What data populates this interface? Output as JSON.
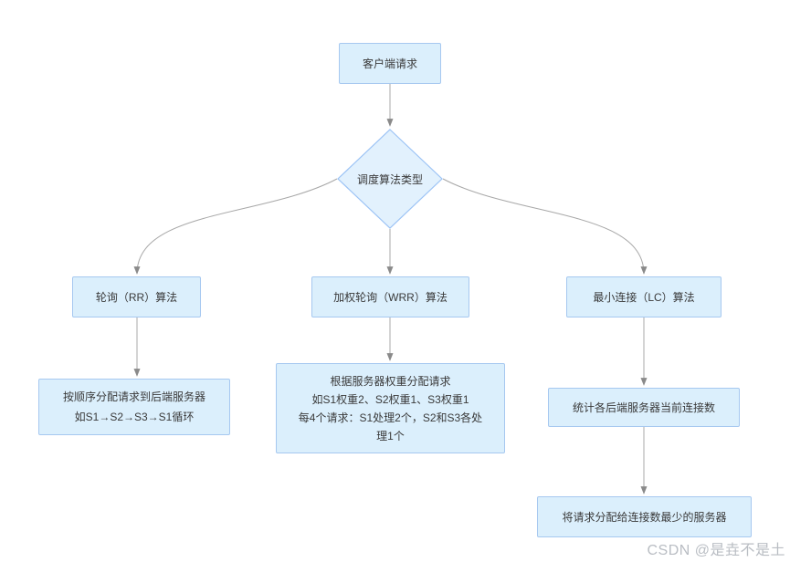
{
  "diagram": {
    "type": "flowchart",
    "nodes": {
      "client_request": {
        "label": "客户端请求"
      },
      "decision": {
        "label": "调度算法类型"
      },
      "rr": {
        "label": "轮询（RR）算法"
      },
      "wrr": {
        "label": "加权轮询（WRR）算法"
      },
      "lc": {
        "label": "最小连接（LC）算法"
      },
      "rr_detail": {
        "lines": [
          "按顺序分配请求到后端服务器",
          "如S1→S2→S3→S1循环"
        ]
      },
      "wrr_detail": {
        "lines": [
          "根据服务器权重分配请求",
          "如S1权重2、S2权重1、S3权重1",
          "每4个请求：S1处理2个，S2和S3各处",
          "理1个"
        ]
      },
      "lc_detail_1": {
        "label": "统计各后端服务器当前连接数"
      },
      "lc_detail_2": {
        "label": "将请求分配给连接数最少的服务器"
      }
    },
    "colors": {
      "node_fill": "#dbeffc",
      "node_border": "#a6c8f0",
      "diamond_fill": "#e2f1fd",
      "diamond_border": "#9cc3f5",
      "connector": "#a8a8a8",
      "arrowhead": "#8a8a8a",
      "text": "#3a3a3a",
      "watermark_color": "#b9bdc3"
    },
    "watermark": "CSDN @是垚不是土"
  }
}
